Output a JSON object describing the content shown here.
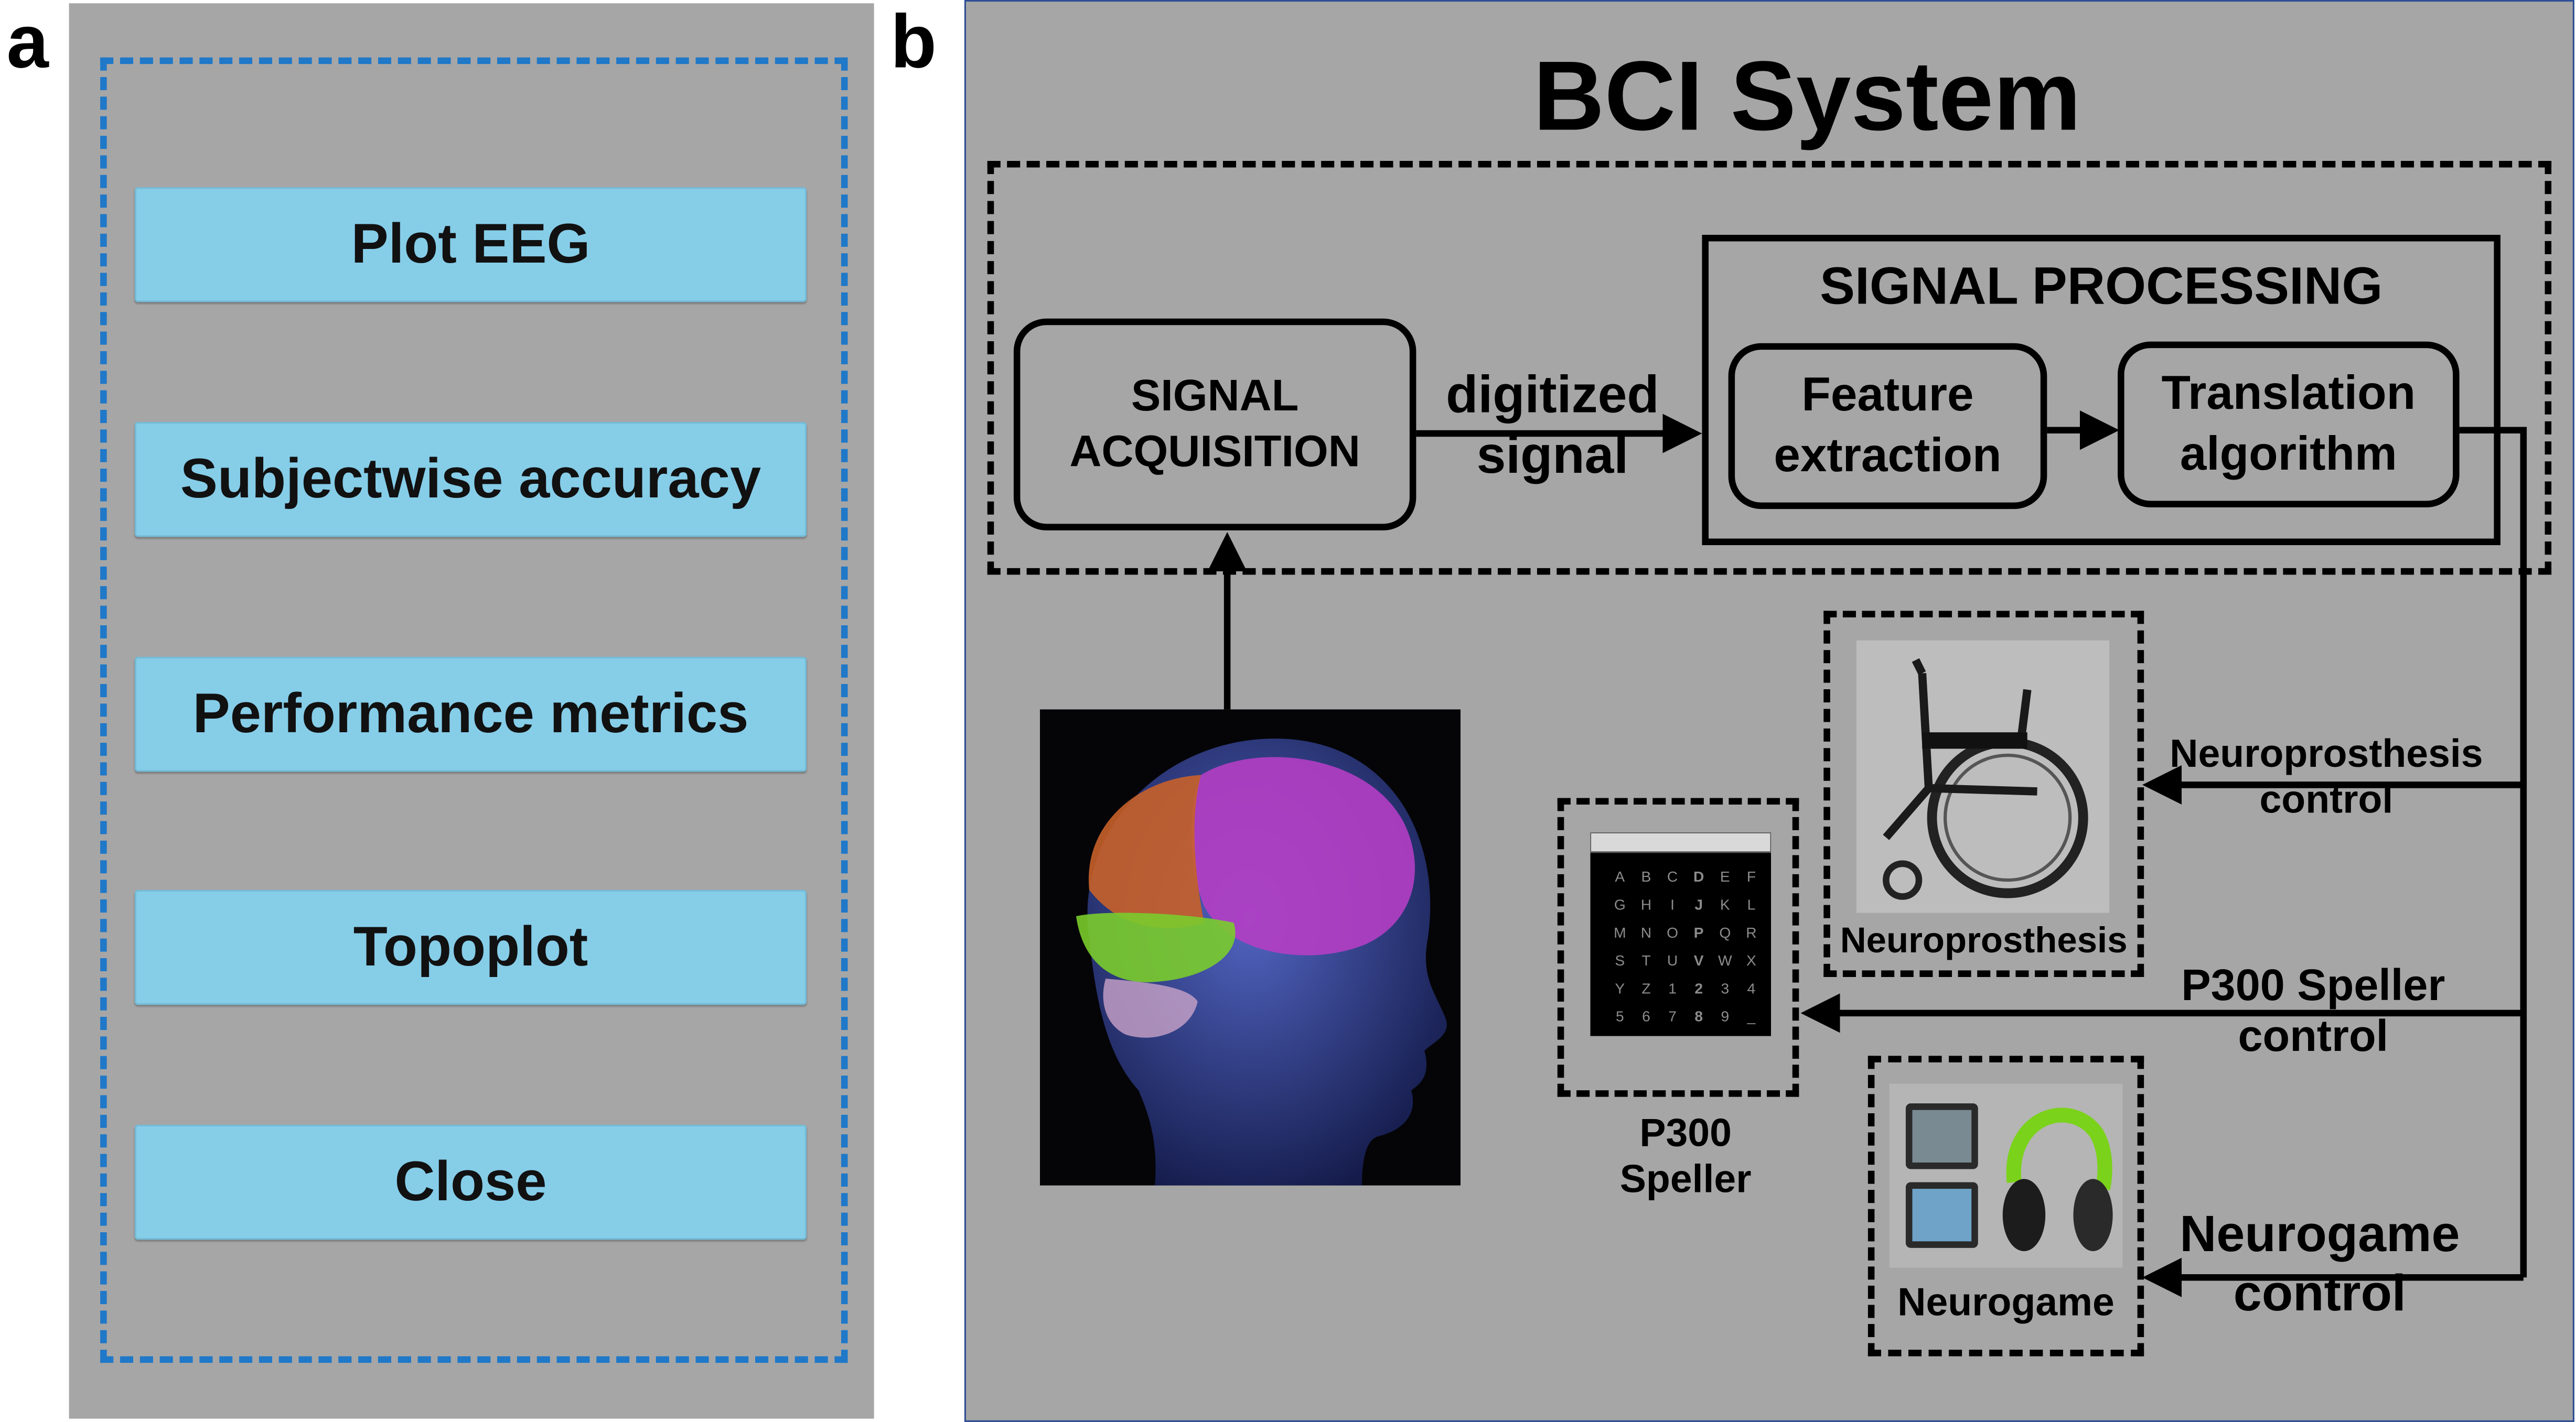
{
  "panel_a": {
    "label": "a",
    "buttons": [
      "Plot EEG",
      "Subjectwise accuracy",
      "Performance metrics",
      "Topoplot",
      "Close"
    ]
  },
  "panel_b": {
    "label": "b",
    "title": "BCI System",
    "acquisition": {
      "line1": "SIGNAL",
      "line2": "ACQUISITION"
    },
    "arrow_label": {
      "line1": "digitized",
      "line2": "signal"
    },
    "processing": {
      "title": "SIGNAL PROCESSING",
      "feature": {
        "line1": "Feature",
        "line2": "extraction"
      },
      "translation": {
        "line1": "Translation",
        "line2": "algorithm"
      }
    },
    "outputs": {
      "neuroprosthesis": {
        "name": "Neuroprosthesis",
        "control_line1": "Neuroprosthesis",
        "control_line2": "control"
      },
      "speller": {
        "name_line1": "P300",
        "name_line2": "Speller",
        "control_line1": "P300 Speller",
        "control_line2": "control"
      },
      "neurogame": {
        "name": "Neurogame",
        "control_line1": "Neurogame",
        "control_line2": "control"
      }
    },
    "speller_grid": [
      [
        "A",
        "B",
        "C",
        "D",
        "E",
        "F"
      ],
      [
        "G",
        "H",
        "I",
        "J",
        "K",
        "L"
      ],
      [
        "M",
        "N",
        "O",
        "P",
        "Q",
        "R"
      ],
      [
        "S",
        "T",
        "U",
        "V",
        "W",
        "X"
      ],
      [
        "Y",
        "Z",
        "1",
        "2",
        "3",
        "4"
      ],
      [
        "5",
        "6",
        "7",
        "8",
        "9",
        "_"
      ]
    ],
    "colors": {
      "background": "#a6a6a6",
      "button": "#86cde8",
      "panel_a_border": "#1f78c8",
      "panel_b_border": "#2e4f94"
    }
  }
}
